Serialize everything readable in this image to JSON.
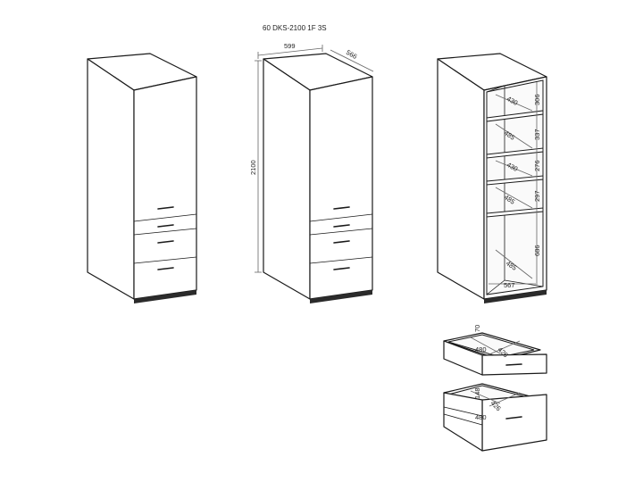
{
  "title": "60 DKS-2100 1F 3S",
  "dimensions": {
    "width": "599",
    "depth": "566",
    "height": "2100"
  },
  "interior": {
    "heights": [
      "306",
      "337",
      "276",
      "297",
      "686"
    ],
    "depths": [
      "430",
      "485",
      "430",
      "485",
      "485"
    ],
    "inner_width": "567"
  },
  "drawer_small": {
    "height": "70",
    "depth": "480",
    "width": "426"
  },
  "drawer_large": {
    "height": "148",
    "depth": "480",
    "width": "426"
  }
}
